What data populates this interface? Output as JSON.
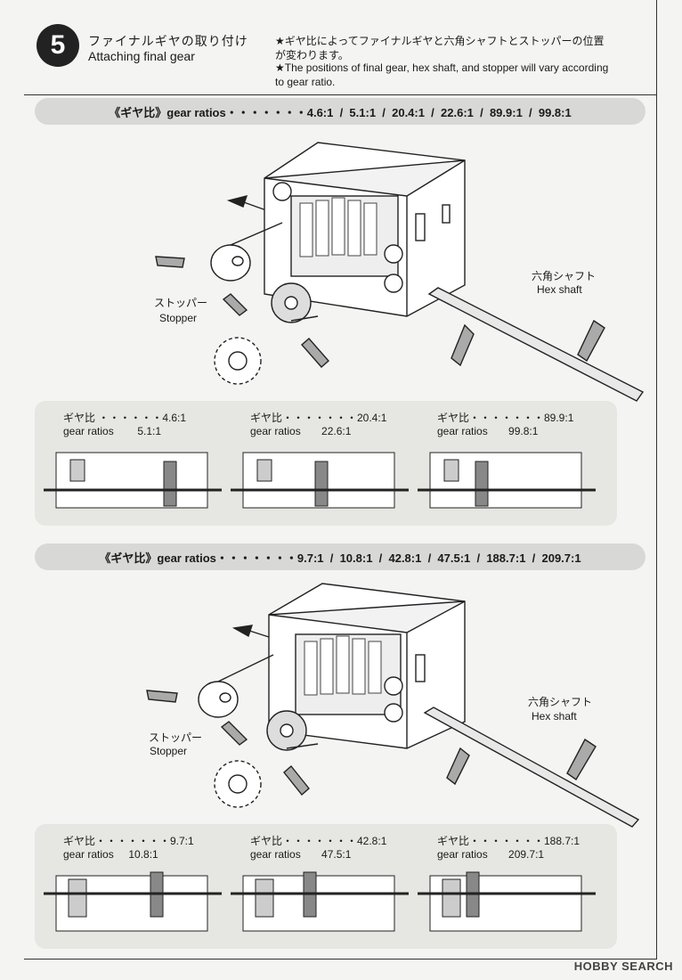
{
  "step": {
    "number": "5",
    "title_jp": "ファイナルギヤの取り付け",
    "title_en": "Attaching final gear",
    "note_jp": "★ギヤ比によってファイナルギヤと六角シャフトとストッパーの位置が変わります。",
    "note_en": "★The positions of final gear, hex shaft, and stopper will vary according to gear ratio."
  },
  "section1": {
    "band": "《ギヤ比》gear ratios・・・・・・・4.6:1  /  5.1:1  /  20.4:1  /  22.6:1  /  89.9:1  /  99.8:1",
    "stopper_jp": "ストッパー",
    "stopper_en": "Stopper",
    "hex_jp": "六角シャフト",
    "hex_en": "Hex shaft",
    "configs": [
      {
        "line1": "ギヤ比 ・・・・・・4.6:1",
        "line2": "gear ratios        5.1:1"
      },
      {
        "line1": "ギヤ比・・・・・・・20.4:1",
        "line2": "gear ratios       22.6:1"
      },
      {
        "line1": "ギヤ比・・・・・・・89.9:1",
        "line2": "gear ratios       99.8:1"
      }
    ]
  },
  "section2": {
    "band": "《ギヤ比》gear ratios・・・・・・・9.7:1  /  10.8:1  /  42.8:1  /  47.5:1  /  188.7:1  /  209.7:1",
    "stopper_jp": "ストッパー",
    "stopper_en": "Stopper",
    "hex_jp": "六角シャフト",
    "hex_en": "Hex shaft",
    "configs": [
      {
        "line1": "ギヤ比・・・・・・・9.7:1",
        "line2": "gear ratios     10.8:1"
      },
      {
        "line1": "ギヤ比・・・・・・・42.8:1",
        "line2": "gear ratios       47.5:1"
      },
      {
        "line1": "ギヤ比・・・・・・・188.7:1",
        "line2": "gear ratios       209.7:1"
      }
    ]
  },
  "watermark": "HOBBY SEARCH"
}
